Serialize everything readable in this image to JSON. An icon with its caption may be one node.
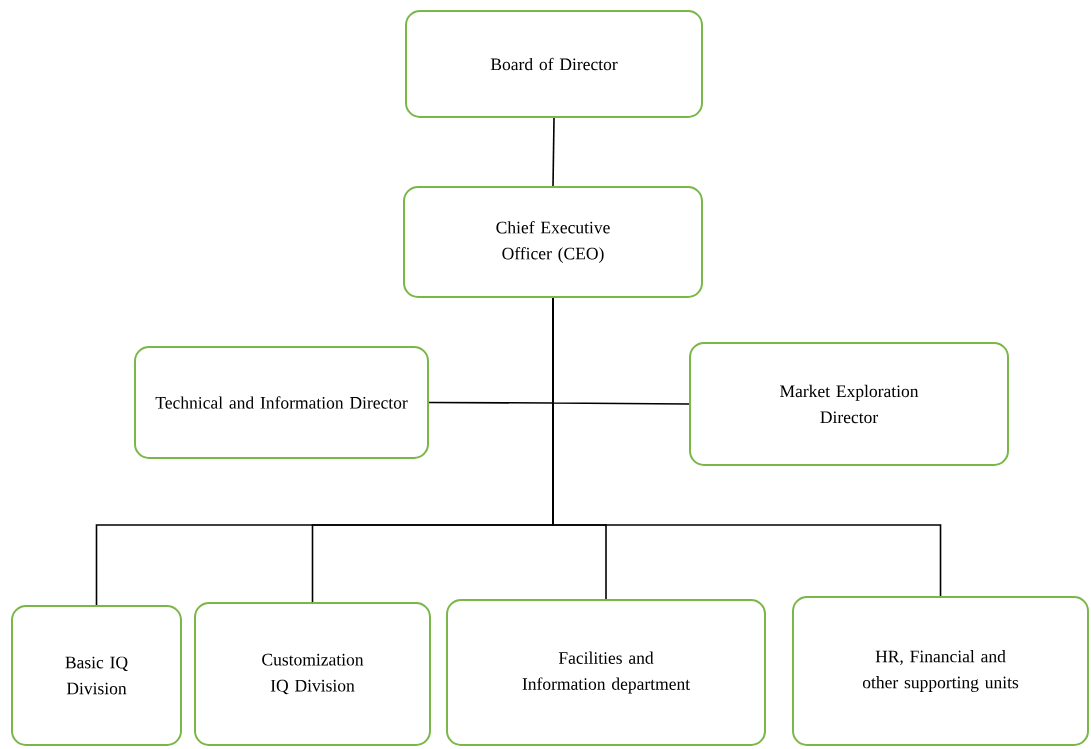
{
  "diagram": {
    "nodes": [
      {
        "text": [
          "Board of Director"
        ]
      },
      {
        "text": [
          "Chief Executive Officer (CEO)"
        ]
      },
      {
        "text": [
          "Technical and Information Director"
        ]
      },
      {
        "text": [
          "Market Exploration Director"
        ]
      },
      {
        "text": [
          "Basic IQ Division"
        ]
      },
      {
        "text": [
          "Customization IQ Division"
        ]
      },
      {
        "text": [
          "Facilities and Information department"
        ]
      },
      {
        "text": [
          "HR, Financial and other supporting units"
        ]
      }
    ],
    "edges": [
      {
        "from": 0,
        "to": 1,
        "arrow": "none"
      },
      {
        "from": 1,
        "to": 2,
        "arrow": "none"
      },
      {
        "from": 1,
        "to": 3,
        "arrow": "none"
      },
      {
        "from": 1,
        "to": 4,
        "arrow": "none"
      },
      {
        "from": 1,
        "to": 5,
        "arrow": "none"
      },
      {
        "from": 1,
        "to": 6,
        "arrow": "none"
      },
      {
        "from": 1,
        "to": 7,
        "arrow": "none"
      }
    ]
  }
}
